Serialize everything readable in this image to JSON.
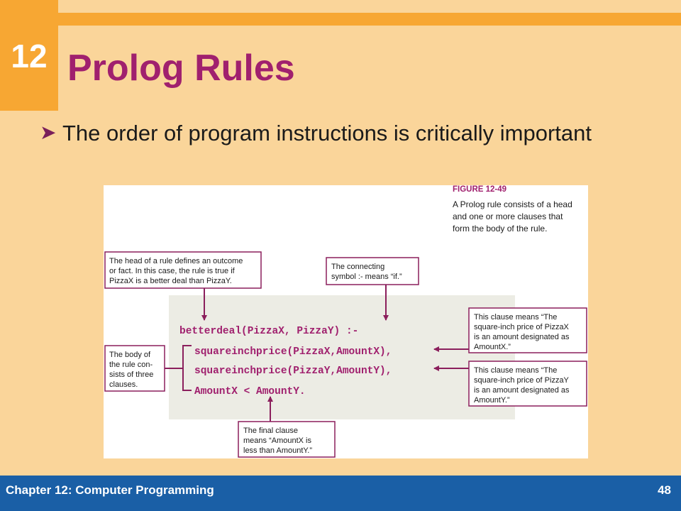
{
  "slide": {
    "chapter_number": "12",
    "title": "Prolog Rules",
    "bullet": "The order of program instructions is critically important",
    "footer": "Chapter 12: Computer Programming",
    "page_number": "48"
  },
  "figure": {
    "label": "FIGURE 12-49",
    "caption_lines": [
      "A Prolog rule consists of a head",
      "and one or more clauses that",
      "form the body of the rule."
    ],
    "code_lines": [
      "betterdeal(PizzaX, PizzaY) :-",
      "squareinchprice(PizzaX,AmountX),",
      "squareinchprice(PizzaY,AmountY),",
      "AmountX < AmountY."
    ],
    "callouts": {
      "head": [
        "The head of a rule defines an outcome",
        "or fact. In this case, the rule is true if",
        "PizzaX is a better deal than PizzaY."
      ],
      "connector": [
        "The connecting",
        "symbol :- means “if.”"
      ],
      "body": [
        "The body of",
        "the rule con-",
        "sists of three",
        "clauses."
      ],
      "clause_x": [
        "This clause means “The",
        "square-inch price of PizzaX",
        "is an amount designated as",
        "AmountX.”"
      ],
      "clause_y": [
        "This clause means “The",
        "square-inch price of PizzaY",
        "is an amount designated as",
        "AmountY.”"
      ],
      "final": [
        "The final clause",
        "means “AmountX is",
        "less than AmountY.”"
      ]
    }
  }
}
